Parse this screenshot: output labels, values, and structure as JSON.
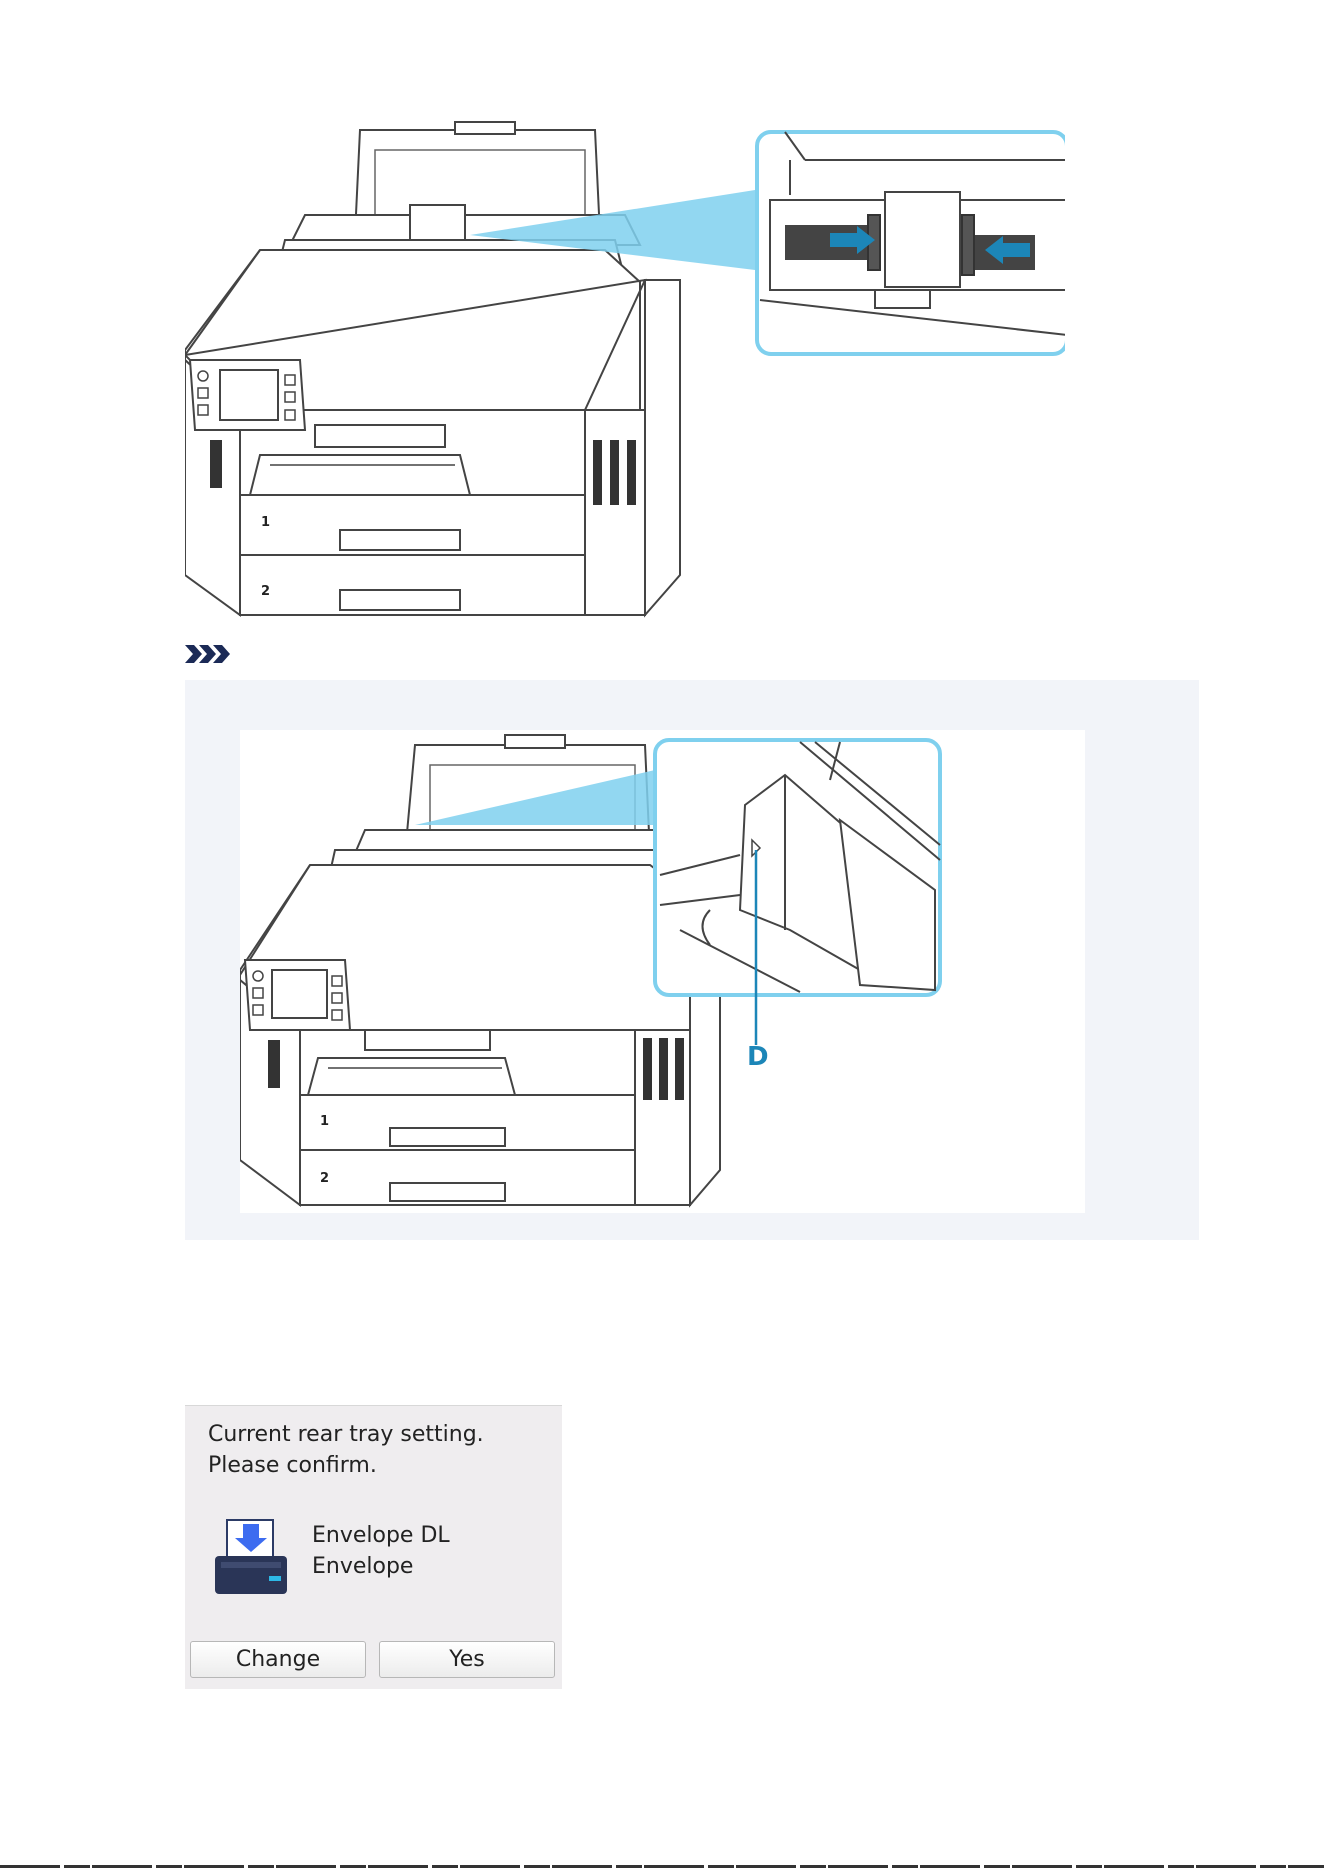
{
  "illustrations": {
    "top_figure": {
      "tray_labels": [
        "1",
        "2"
      ]
    },
    "note_figure": {
      "tray_labels": [
        "1",
        "2"
      ],
      "callout_label": "D"
    }
  },
  "note": {
    "icon": "note-chevrons-icon"
  },
  "lcd": {
    "message_line1": "Current rear tray setting.",
    "message_line2": "Please confirm.",
    "icon": "rear-tray-envelope-icon",
    "paper_size": "Envelope DL",
    "media_type": "Envelope",
    "change_label": "Change",
    "yes_label": "Yes"
  },
  "colors": {
    "accent_blue": "#1c86b8",
    "callout_border": "#7fd0ee",
    "note_bg": "#f2f4f9",
    "lcd_bg": "#efedef"
  }
}
